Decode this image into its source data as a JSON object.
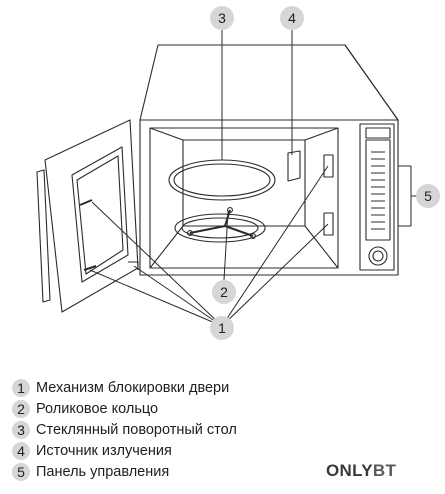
{
  "callouts": [
    "1",
    "2",
    "3",
    "4",
    "5"
  ],
  "legend": [
    {
      "num": "1",
      "text": "Механизм блокировки двери"
    },
    {
      "num": "2",
      "text": "Роликовое кольцо"
    },
    {
      "num": "3",
      "text": "Стеклянный поворотный стол"
    },
    {
      "num": "4",
      "text": "Источник излучения"
    },
    {
      "num": "5",
      "text": "Панель управления"
    }
  ],
  "brand": {
    "part1": "ONLY",
    "part2": "BT"
  },
  "colors": {
    "line": "#2b2b2b",
    "badge": "#d6d6d6",
    "brand": "#3a3a3a"
  }
}
